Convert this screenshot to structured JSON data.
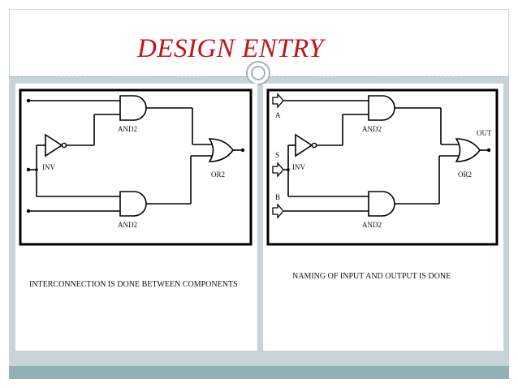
{
  "title": "DESIGN ENTRY",
  "left_diagram": {
    "labels": {
      "and_top": "AND2",
      "inv": "INV",
      "or": "OR2",
      "and_bottom": "AND2"
    },
    "caption": "INTERCONNECTION IS DONE BETWEEN COMPONENTS"
  },
  "right_diagram": {
    "labels": {
      "input_a": "A",
      "input_s": "S",
      "input_b": "B",
      "output": "OUT",
      "and_top": "AND2",
      "inv": "INV",
      "or": "OR2",
      "and_bottom": "AND2"
    },
    "caption": "NAMING OF INPUT AND OUTPUT IS DONE"
  },
  "colors": {
    "title": "#c0141c",
    "band": "#c9d4d8",
    "bottom_bar": "#8fb0b4"
  }
}
